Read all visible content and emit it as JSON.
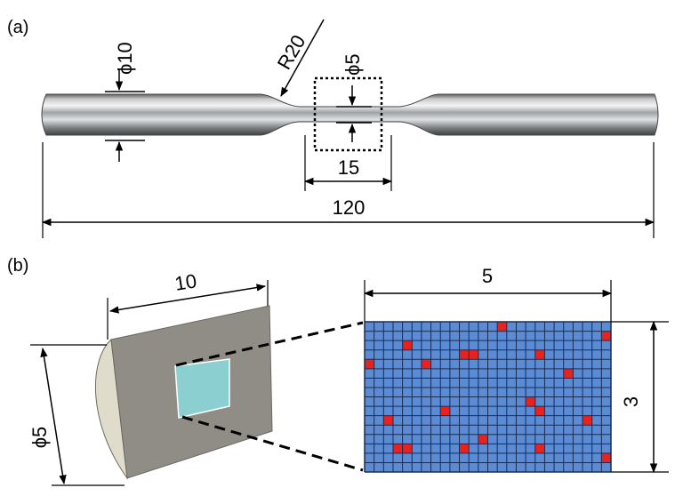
{
  "panel_a": {
    "label": "(a)",
    "dim_grip_diameter": "ϕ10",
    "dim_radius": "R20",
    "dim_gauge_diameter": "ϕ5",
    "dim_gauge_length": "15",
    "dim_total_length": "120"
  },
  "panel_b": {
    "label": "(b)",
    "dim_slice_length": "10",
    "dim_slice_diameter": "ϕ5",
    "dim_grid_width": "5",
    "dim_grid_height": "3",
    "grid": {
      "columns": 26,
      "rows": 16,
      "red_cells": [
        [
          14,
          0
        ],
        [
          25,
          1
        ],
        [
          4,
          2
        ],
        [
          10,
          3
        ],
        [
          11,
          3
        ],
        [
          18,
          3
        ],
        [
          0,
          4
        ],
        [
          6,
          4
        ],
        [
          21,
          5
        ],
        [
          17,
          8
        ],
        [
          8,
          9
        ],
        [
          18,
          9
        ],
        [
          2,
          10
        ],
        [
          23,
          10
        ],
        [
          12,
          12
        ],
        [
          3,
          13
        ],
        [
          4,
          13
        ],
        [
          10,
          13
        ],
        [
          18,
          13
        ],
        [
          25,
          14
        ]
      ]
    },
    "colors": {
      "grid_fill": "#5b8bd3",
      "grid_lines": "#1a2c55",
      "red_cell": "#e8231e",
      "slice_body": "#8f8d86",
      "slice_face": "#e0dccb",
      "slice_window": "#8ccfd0"
    }
  }
}
